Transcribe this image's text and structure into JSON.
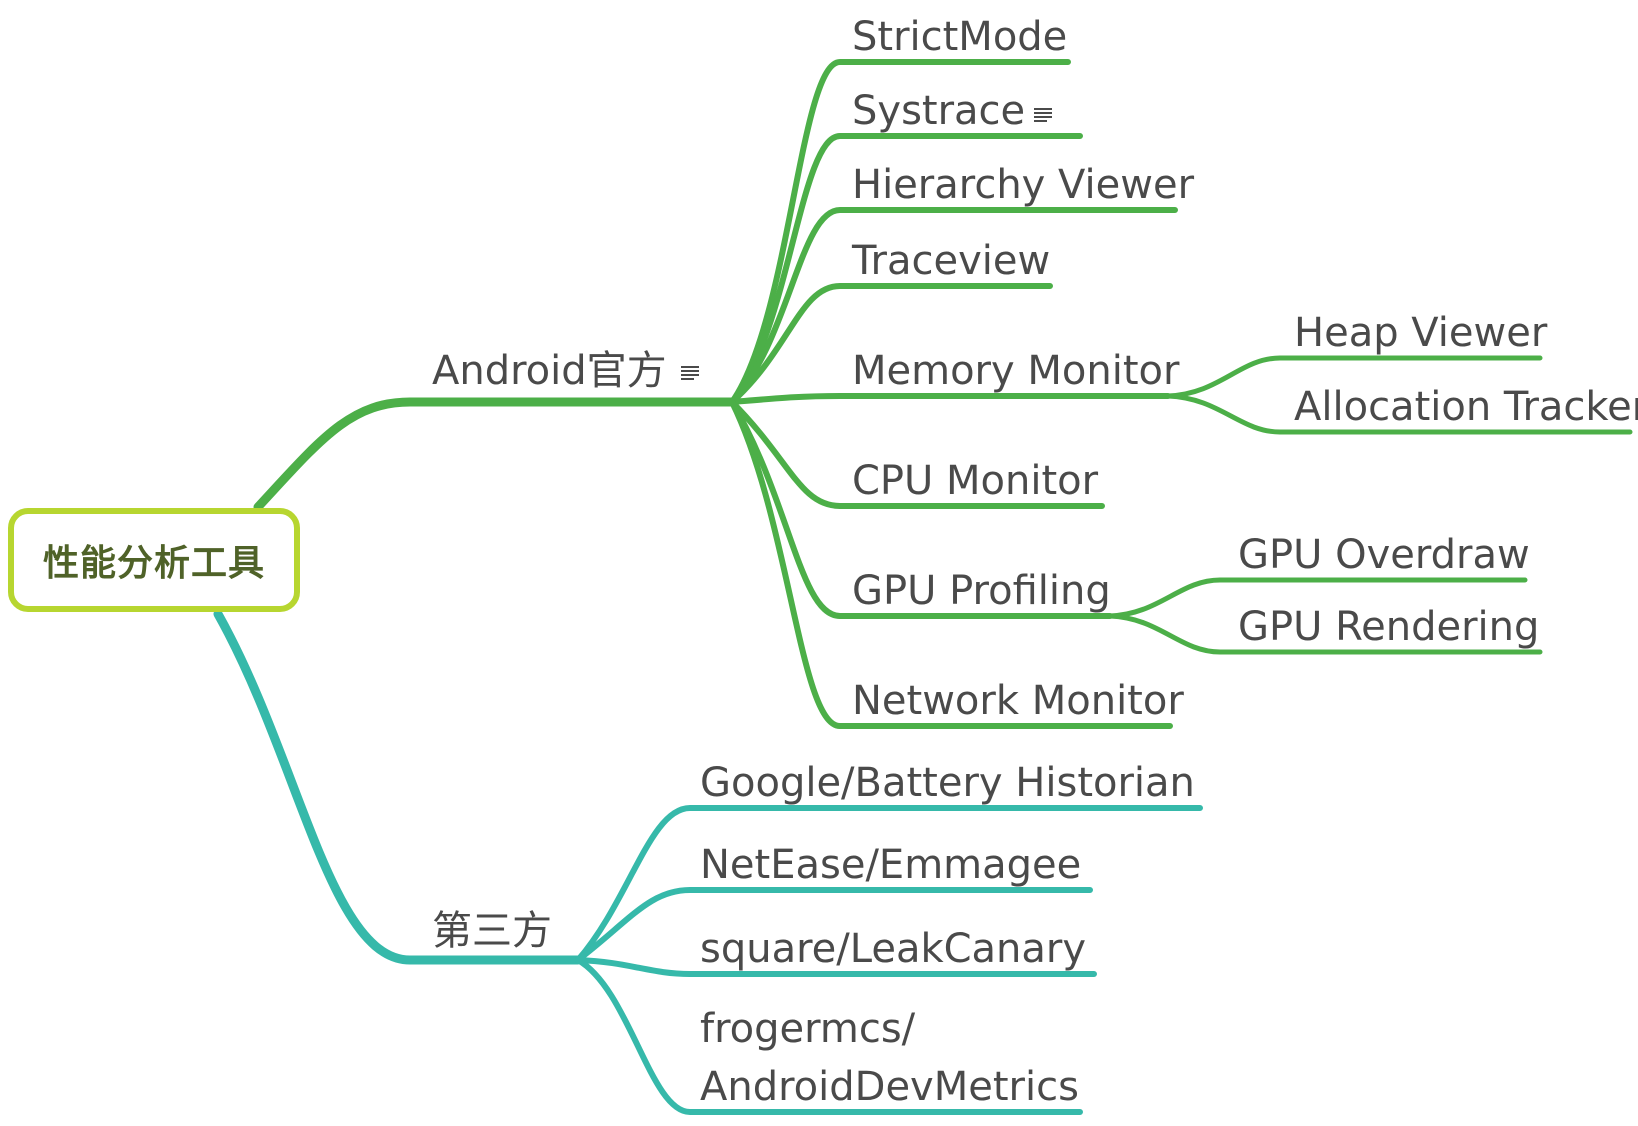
{
  "root": {
    "label": "性能分析工具",
    "border_color": "#b7d630",
    "text_color": "#4f6228"
  },
  "branches": [
    {
      "label": "Android官方",
      "has_note": true,
      "color": "#4caf48",
      "children": [
        {
          "label": "StrictMode"
        },
        {
          "label": "Systrace",
          "has_note": true
        },
        {
          "label": "Hierarchy Viewer"
        },
        {
          "label": "Traceview"
        },
        {
          "label": "Memory Monitor",
          "children": [
            {
              "label": "Heap Viewer"
            },
            {
              "label": "Allocation Tracker"
            }
          ]
        },
        {
          "label": "CPU Monitor"
        },
        {
          "label": "GPU Profiling",
          "children": [
            {
              "label": "GPU Overdraw"
            },
            {
              "label": "GPU Rendering"
            }
          ]
        },
        {
          "label": "Network Monitor"
        }
      ]
    },
    {
      "label": "第三方",
      "color": "#36b9aa",
      "children": [
        {
          "label": "Google/Battery Historian"
        },
        {
          "label": "NetEase/Emmagee"
        },
        {
          "label": "square/LeakCanary"
        },
        {
          "label": "frogermcs/",
          "label_line2": "AndroidDevMetrics"
        }
      ]
    }
  ],
  "icons": {
    "note": "note-icon"
  }
}
